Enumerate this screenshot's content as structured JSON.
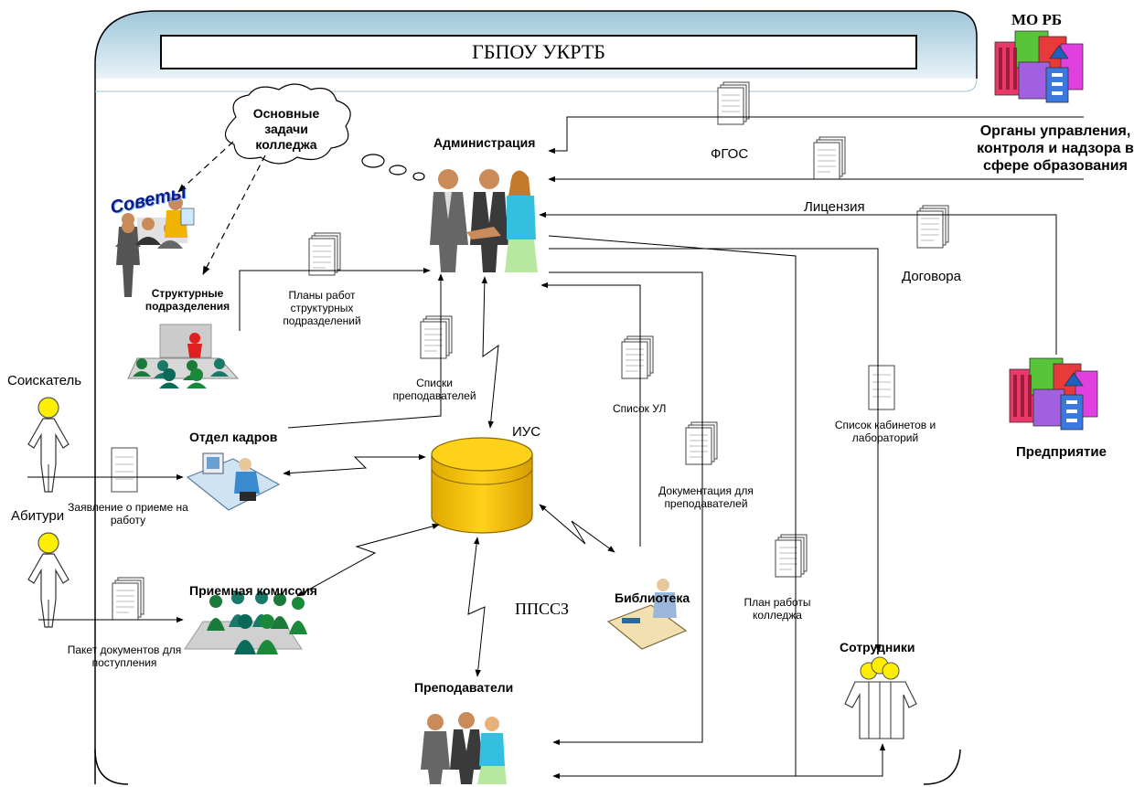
{
  "title": "ГБПОУ УКРТБ",
  "mo_rb": "МО РБ",
  "authorities": "Органы управления, контроля и надзора в сфере образования",
  "enterprise": "Предприятие",
  "administration": "Администрация",
  "tasks": "Основные задачи колледжа",
  "sovety": "Советы",
  "struct_units": "Структурные подразделения",
  "work_plans": "Планы работ структурных подразделений",
  "teacher_lists": "Списки преподавателей",
  "applicant": "Соискатель",
  "hr": "Отдел кадров",
  "job_application": "Заявление о приеме на работу",
  "abiturient": "Абитури",
  "admission": "Приемная комиссия",
  "doc_package": "Пакет документов для поступления",
  "ius": "ИУС",
  "ppssz": "ППССЗ",
  "teachers": "Преподаватели",
  "library": "Библиотека",
  "ul_list": "Список УЛ",
  "teacher_docs": "Документация для преподавателей",
  "college_plan": "План работы колледжа",
  "rooms_list": "Список кабинетов и лабораторий",
  "staff": "Сотрудники",
  "fgos": "ФГОС",
  "license": "Лицензия",
  "contracts": "Договора"
}
